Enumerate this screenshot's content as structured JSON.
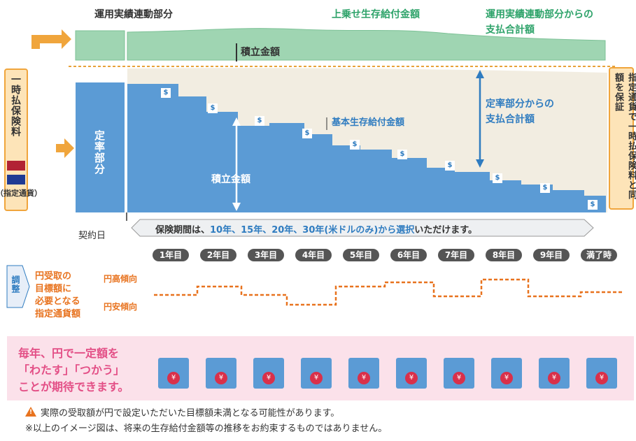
{
  "labels": {
    "performance_part": "運用実績連動部分",
    "extra_benefit": "上乗せ生存給付金額",
    "performance_payout": "運用実績連動部分からの",
    "payout_total": "支払合計額",
    "accumulation_top": "積立金額",
    "fixed_part": "定率部分",
    "basic_benefit": "基本生存給付金額",
    "fixed_payout_1": "定率部分からの",
    "fixed_payout_2": "支払合計額",
    "accumulation_main": "積立金額",
    "lump_sum_premium": "一時払保険料",
    "designated_currency": "（指定通貨）",
    "guarantee": "指定通貨で一時払保険料と同額を保証",
    "contract_day": "契約日",
    "period_prefix": "保険期間は、",
    "period_options": "10年、15年、20年、30年(米ドルのみ)から選択",
    "period_suffix": "いただけます。",
    "adjust": "調整",
    "target_1": "円受取の",
    "target_2": "目標額に",
    "target_3": "必要となる",
    "target_4": "指定通貨額",
    "strong_yen": "円高傾向",
    "weak_yen": "円安傾向",
    "banner_1": "毎年、円で一定額を",
    "banner_2": "「わたす」「つかう」",
    "banner_3": "ことが期待できます。",
    "warning": "実際の受取額が円で設定いただいた目標額未満となる可能性があります。",
    "note": "※以上のイメージ図は、将来の生存給付金額等の推移をお約束するものではありません。"
  },
  "years": [
    "1年目",
    "2年目",
    "3年目",
    "4年目",
    "5年目",
    "6年目",
    "7年目",
    "8年目",
    "9年目",
    "満了時"
  ],
  "icons": {
    "dollar": "$",
    "yen": "¥",
    "warning": "!"
  },
  "colors": {
    "green": "#2ea36a",
    "blue": "#2f7cc0",
    "orange": "#e8731f",
    "pink": "#e34f86",
    "box_blue": "#5b9bd5",
    "gift_red": "#d9304a",
    "banner_bg": "#fbe1ea"
  }
}
